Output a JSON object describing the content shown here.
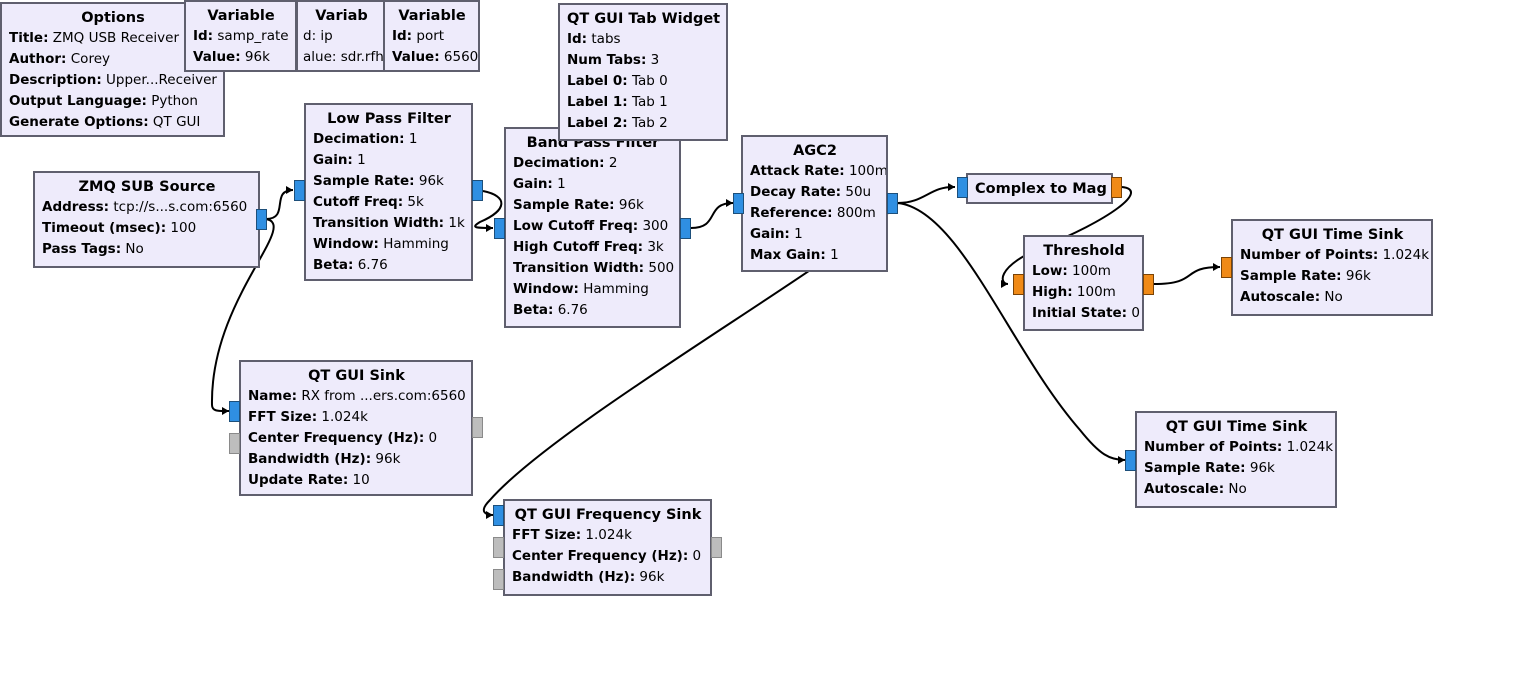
{
  "options": {
    "title": "Options",
    "rows": [
      {
        "k": "Title:",
        "v": " ZMQ USB Receiver"
      },
      {
        "k": "Author:",
        "v": " Corey"
      },
      {
        "k": "Description:",
        "v": " Upper...Receiver"
      },
      {
        "k": "Output Language:",
        "v": " Python"
      },
      {
        "k": "Generate Options:",
        "v": " QT GUI"
      }
    ]
  },
  "var_samp_rate": {
    "title": "Variable",
    "rows": [
      {
        "k": "Id:",
        "v": " samp_rate"
      },
      {
        "k": "Value:",
        "v": " 96k"
      }
    ]
  },
  "var_ip": {
    "title": "Variab",
    "rows": [
      {
        "k": "",
        "v": "d: ip"
      },
      {
        "k": "",
        "v": "alue: sdr.rfh"
      }
    ]
  },
  "var_port": {
    "title": "Variable",
    "rows": [
      {
        "k": "Id:",
        "v": " port"
      },
      {
        "k": "Value:",
        "v": " 6560"
      }
    ]
  },
  "tab_widget": {
    "title": "QT GUI Tab Widget",
    "rows": [
      {
        "k": "Id:",
        "v": " tabs"
      },
      {
        "k": "Num Tabs:",
        "v": " 3"
      },
      {
        "k": "Label 0:",
        "v": " Tab 0"
      },
      {
        "k": "Label 1:",
        "v": " Tab 1"
      },
      {
        "k": "Label 2:",
        "v": " Tab 2"
      }
    ]
  },
  "zmq_source": {
    "title": "ZMQ SUB Source",
    "rows": [
      {
        "k": "Address:",
        "v": " tcp://s...s.com:6560"
      },
      {
        "k": "Timeout (msec):",
        "v": " 100"
      },
      {
        "k": "Pass Tags:",
        "v": " No"
      }
    ]
  },
  "low_pass": {
    "title": "Low Pass Filter",
    "rows": [
      {
        "k": "Decimation:",
        "v": " 1"
      },
      {
        "k": "Gain:",
        "v": " 1"
      },
      {
        "k": "Sample Rate:",
        "v": " 96k"
      },
      {
        "k": "Cutoff Freq:",
        "v": " 5k"
      },
      {
        "k": "Transition Width:",
        "v": " 1k"
      },
      {
        "k": "Window:",
        "v": " Hamming"
      },
      {
        "k": "Beta:",
        "v": " 6.76"
      }
    ]
  },
  "band_pass": {
    "title": "Band Pass Filter",
    "rows": [
      {
        "k": "Decimation:",
        "v": " 2"
      },
      {
        "k": "Gain:",
        "v": " 1"
      },
      {
        "k": "Sample Rate:",
        "v": " 96k"
      },
      {
        "k": "Low Cutoff Freq:",
        "v": " 300"
      },
      {
        "k": "High Cutoff Freq:",
        "v": " 3k"
      },
      {
        "k": "Transition Width:",
        "v": " 500"
      },
      {
        "k": "Window:",
        "v": " Hamming"
      },
      {
        "k": "Beta:",
        "v": " 6.76"
      }
    ]
  },
  "agc2": {
    "title": "AGC2",
    "rows": [
      {
        "k": "Attack Rate:",
        "v": " 100m"
      },
      {
        "k": "Decay Rate:",
        "v": " 50u"
      },
      {
        "k": "Reference:",
        "v": " 800m"
      },
      {
        "k": "Gain:",
        "v": " 1"
      },
      {
        "k": "Max Gain:",
        "v": " 1"
      }
    ]
  },
  "complex_to_mag": {
    "title": "Complex to Mag",
    "rows": []
  },
  "threshold": {
    "title": "Threshold",
    "rows": [
      {
        "k": "Low:",
        "v": " 100m"
      },
      {
        "k": "High:",
        "v": " 100m"
      },
      {
        "k": "Initial State:",
        "v": " 0"
      }
    ]
  },
  "time_sink_1": {
    "title": "QT GUI Time Sink",
    "rows": [
      {
        "k": "Number of Points:",
        "v": " 1.024k"
      },
      {
        "k": "Sample Rate:",
        "v": " 96k"
      },
      {
        "k": "Autoscale:",
        "v": " No"
      }
    ]
  },
  "time_sink_2": {
    "title": "QT GUI Time Sink",
    "rows": [
      {
        "k": "Number of Points:",
        "v": " 1.024k"
      },
      {
        "k": "Sample Rate:",
        "v": " 96k"
      },
      {
        "k": "Autoscale:",
        "v": " No"
      }
    ]
  },
  "qt_gui_sink": {
    "title": "QT GUI Sink",
    "rows": [
      {
        "k": "Name:",
        "v": " RX from ...ers.com:6560"
      },
      {
        "k": "FFT Size:",
        "v": " 1.024k"
      },
      {
        "k": "Center Frequency (Hz):",
        "v": " 0"
      },
      {
        "k": "Bandwidth (Hz):",
        "v": " 96k"
      },
      {
        "k": "Update Rate:",
        "v": " 10"
      }
    ]
  },
  "freq_sink": {
    "title": "QT GUI Frequency Sink",
    "rows": [
      {
        "k": "FFT Size:",
        "v": " 1.024k"
      },
      {
        "k": "Center Frequency (Hz):",
        "v": " 0"
      },
      {
        "k": "Bandwidth (Hz):",
        "v": " 96k"
      }
    ]
  },
  "colors": {
    "block_bg": "#eeebfb",
    "block_border": "#5f5f6e",
    "complex_port": "#2f8fe2",
    "float_port": "#f08a17",
    "msg_port": "#bdbdbd",
    "wire": "#000000"
  }
}
